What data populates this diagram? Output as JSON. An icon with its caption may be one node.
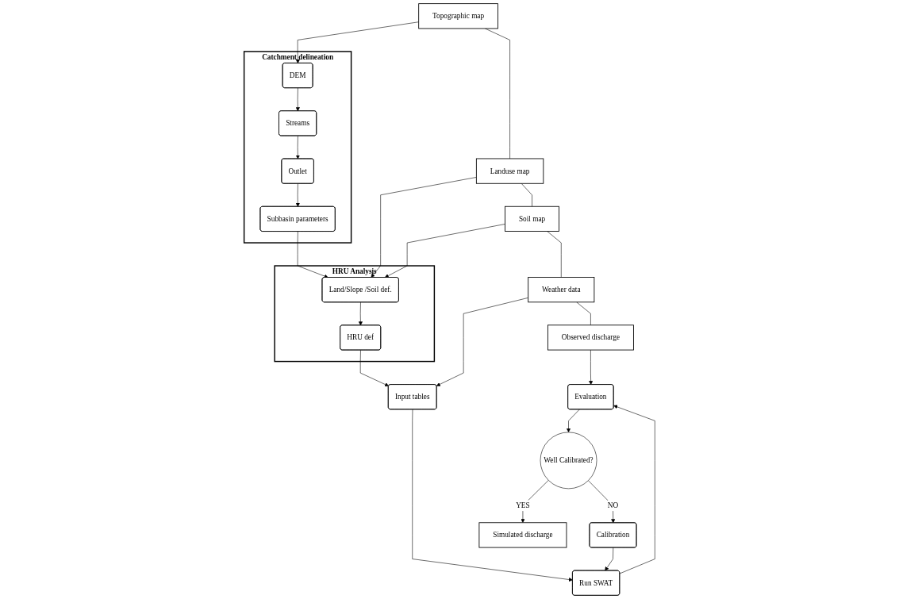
{
  "diagram": {
    "nodes": [
      {
        "text": [
          "Topographic map"
        ]
      },
      {
        "text": [
          "Landuse map"
        ]
      },
      {
        "text": [
          "Soil map"
        ]
      },
      {
        "text": [
          "Weather data"
        ]
      },
      {
        "text": [
          "Observed discharge"
        ]
      },
      {
        "text": [
          "Catchment delineation"
        ]
      },
      {
        "text": [
          "DEM"
        ],
        "in": 5
      },
      {
        "text": [
          "Streams"
        ],
        "in": 5
      },
      {
        "text": [
          "Outlet"
        ],
        "in": 5
      },
      {
        "text": [
          "Subbasin parameters"
        ],
        "in": 5
      },
      {
        "text": [
          "HRU Analysis"
        ]
      },
      {
        "text": [
          "Land/Slope /Soil def."
        ],
        "in": 10
      },
      {
        "text": [
          "HRU def"
        ],
        "in": 10
      },
      {
        "text": [
          "Input tables"
        ]
      },
      {
        "text": [
          "Run SWAT"
        ]
      },
      {
        "text": [
          "Evaluation"
        ]
      },
      {
        "text": [
          "Well Calibrated?"
        ]
      },
      {
        "text": [
          "Calibration"
        ]
      },
      {
        "text": [
          "Simulated discharge"
        ]
      }
    ],
    "edges": [
      {
        "from": 0,
        "to": 1,
        "arrow": "none"
      },
      {
        "from": 1,
        "to": 2,
        "arrow": "none"
      },
      {
        "from": 2,
        "to": 3,
        "arrow": "none"
      },
      {
        "from": 3,
        "to": 4,
        "arrow": "none"
      },
      {
        "from": 0,
        "to": 6,
        "arrow": "to"
      },
      {
        "from": 6,
        "to": 7,
        "arrow": "to"
      },
      {
        "from": 7,
        "to": 8,
        "arrow": "to"
      },
      {
        "from": 8,
        "to": 9,
        "arrow": "to"
      },
      {
        "from": 9,
        "to": 11,
        "arrow": "to"
      },
      {
        "from": 1,
        "to": 11,
        "arrow": "to"
      },
      {
        "from": 2,
        "to": 11,
        "arrow": "to"
      },
      {
        "from": 11,
        "to": 12,
        "arrow": "to"
      },
      {
        "from": 12,
        "to": 13,
        "arrow": "to"
      },
      {
        "from": 3,
        "to": 13,
        "arrow": "to"
      },
      {
        "from": 13,
        "to": 14,
        "arrow": "to"
      },
      {
        "from": 14,
        "to": 15,
        "arrow": "to"
      },
      {
        "from": 4,
        "to": 15,
        "arrow": "to"
      },
      {
        "from": 15,
        "to": 16,
        "arrow": "to"
      },
      {
        "from": 16,
        "to": 17,
        "arrow": "to",
        "label": "NO"
      },
      {
        "from": 17,
        "to": 14,
        "arrow": "to"
      },
      {
        "from": 16,
        "to": 18,
        "arrow": "to",
        "label": "YES"
      }
    ]
  }
}
